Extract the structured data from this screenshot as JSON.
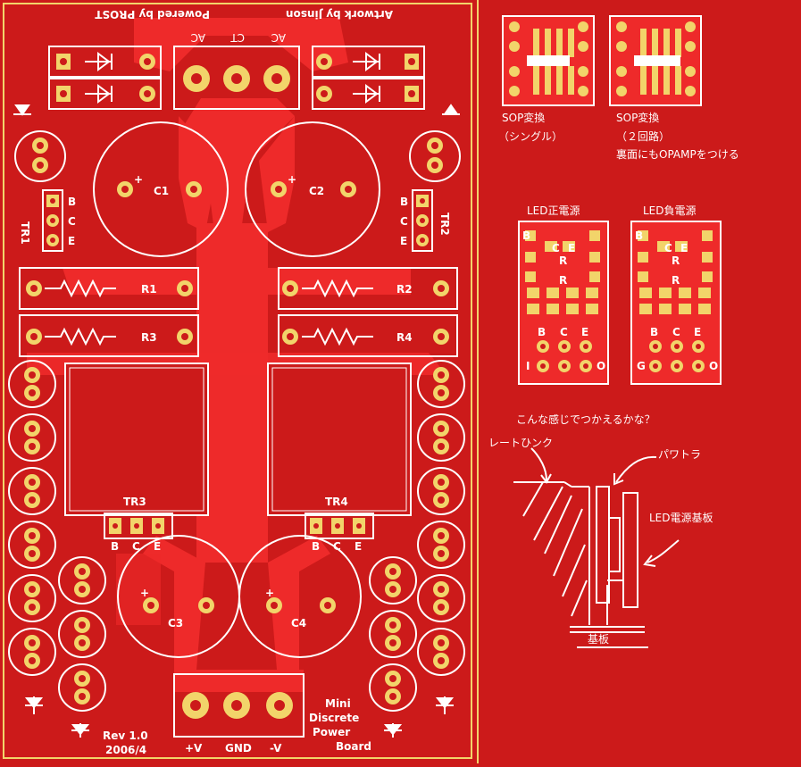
{
  "colors": {
    "board": "#cc1a1a",
    "trace": "#ee2a2a",
    "pad": "#f2d46a",
    "silk": "#ffffff"
  },
  "board": {
    "title_rev": "Rev 1.0",
    "date": "2006/4",
    "name_line1": "Mini",
    "name_line2": "Discrete",
    "name_line3": "Power",
    "name_line4": "Board",
    "credit_artwork": "Artwork by Jinson",
    "credit_powered": "Powered by PROST",
    "input_labels": [
      "AC",
      "CT",
      "AC"
    ],
    "output_labels": [
      "+V",
      "GND",
      "-V"
    ],
    "capacitors": [
      "C1",
      "C2",
      "C3",
      "C4"
    ],
    "resistors": [
      "R1",
      "R2",
      "R3",
      "R4"
    ],
    "transistors": [
      "TR1",
      "TR2",
      "TR3",
      "TR4"
    ],
    "pin_labels": [
      "B",
      "C",
      "E"
    ],
    "plus_sign": "+"
  },
  "sop": {
    "single_label_1": "SOP変換",
    "single_label_2": "（シングル）",
    "dual_label_1": "SOP変換",
    "dual_label_2": "（２回路）",
    "dual_label_3": "裏面にもOPAMPをつける"
  },
  "led": {
    "pos_title": "LED正電源",
    "neg_title": "LED負電源",
    "pin_b": "B",
    "pin_c": "C",
    "pin_e": "E",
    "pin_r": "R",
    "pos_io": [
      "I",
      "O"
    ],
    "neg_io": [
      "G",
      "O"
    ]
  },
  "sketch": {
    "question": "こんな感じでつかえるかな？",
    "heatsink": "レートひンク",
    "power_tr": "パワトラ",
    "led_board": "LED電源基板",
    "base_board": "基板"
  }
}
